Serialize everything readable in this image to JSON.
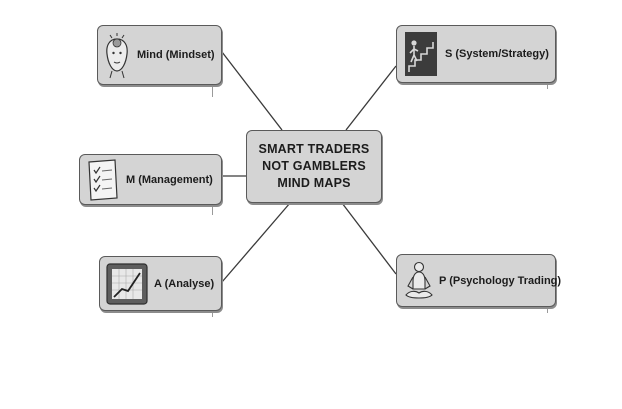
{
  "central_topic": {
    "lines": [
      "SMART TRADERS",
      "NOT GAMBLERS",
      "MIND MAPS"
    ]
  },
  "branches": {
    "mind": {
      "label": "Mind (Mindset)",
      "icon": "thinking-head-icon"
    },
    "system": {
      "label": "S (System/Strategy)",
      "icon": "stairs-climber-icon"
    },
    "management": {
      "label": "M (Management)",
      "icon": "checklist-icon"
    },
    "analyse": {
      "label": "A (Analyse)",
      "icon": "chart-icon"
    },
    "psychology": {
      "label": "P (Psychology Trading)",
      "icon": "meditation-icon"
    }
  },
  "colors": {
    "node_fill": "#d4d4d4",
    "node_border": "#5a5a5a",
    "connector": "#3a3a3a",
    "text": "#1c1c1c"
  }
}
